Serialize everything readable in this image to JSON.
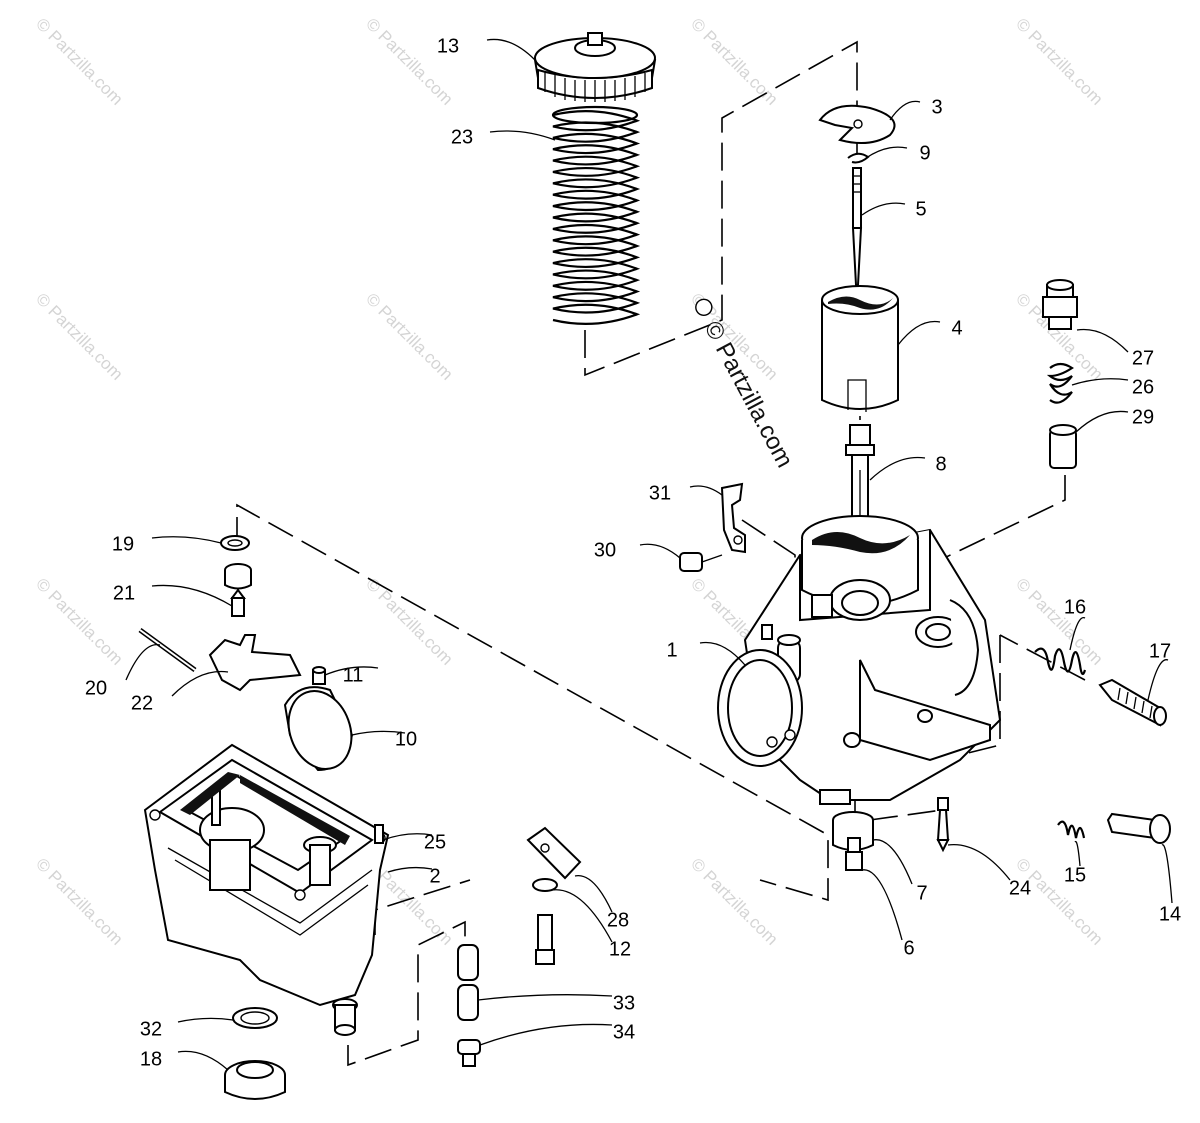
{
  "watermark": {
    "text": "© Partzilla.com",
    "center_text": "© Partzilla.com"
  },
  "callouts": [
    "13",
    "23",
    "3",
    "9",
    "5",
    "4",
    "27",
    "26",
    "29",
    "8",
    "31",
    "30",
    "19",
    "21",
    "20",
    "22",
    "11",
    "10",
    "1",
    "16",
    "17",
    "25",
    "2",
    "28",
    "12",
    "7",
    "24",
    "15",
    "14",
    "6",
    "32",
    "18",
    "33",
    "34"
  ],
  "colors": {
    "line": "#000000",
    "background": "#ffffff",
    "watermark": "#d4d4d4"
  }
}
